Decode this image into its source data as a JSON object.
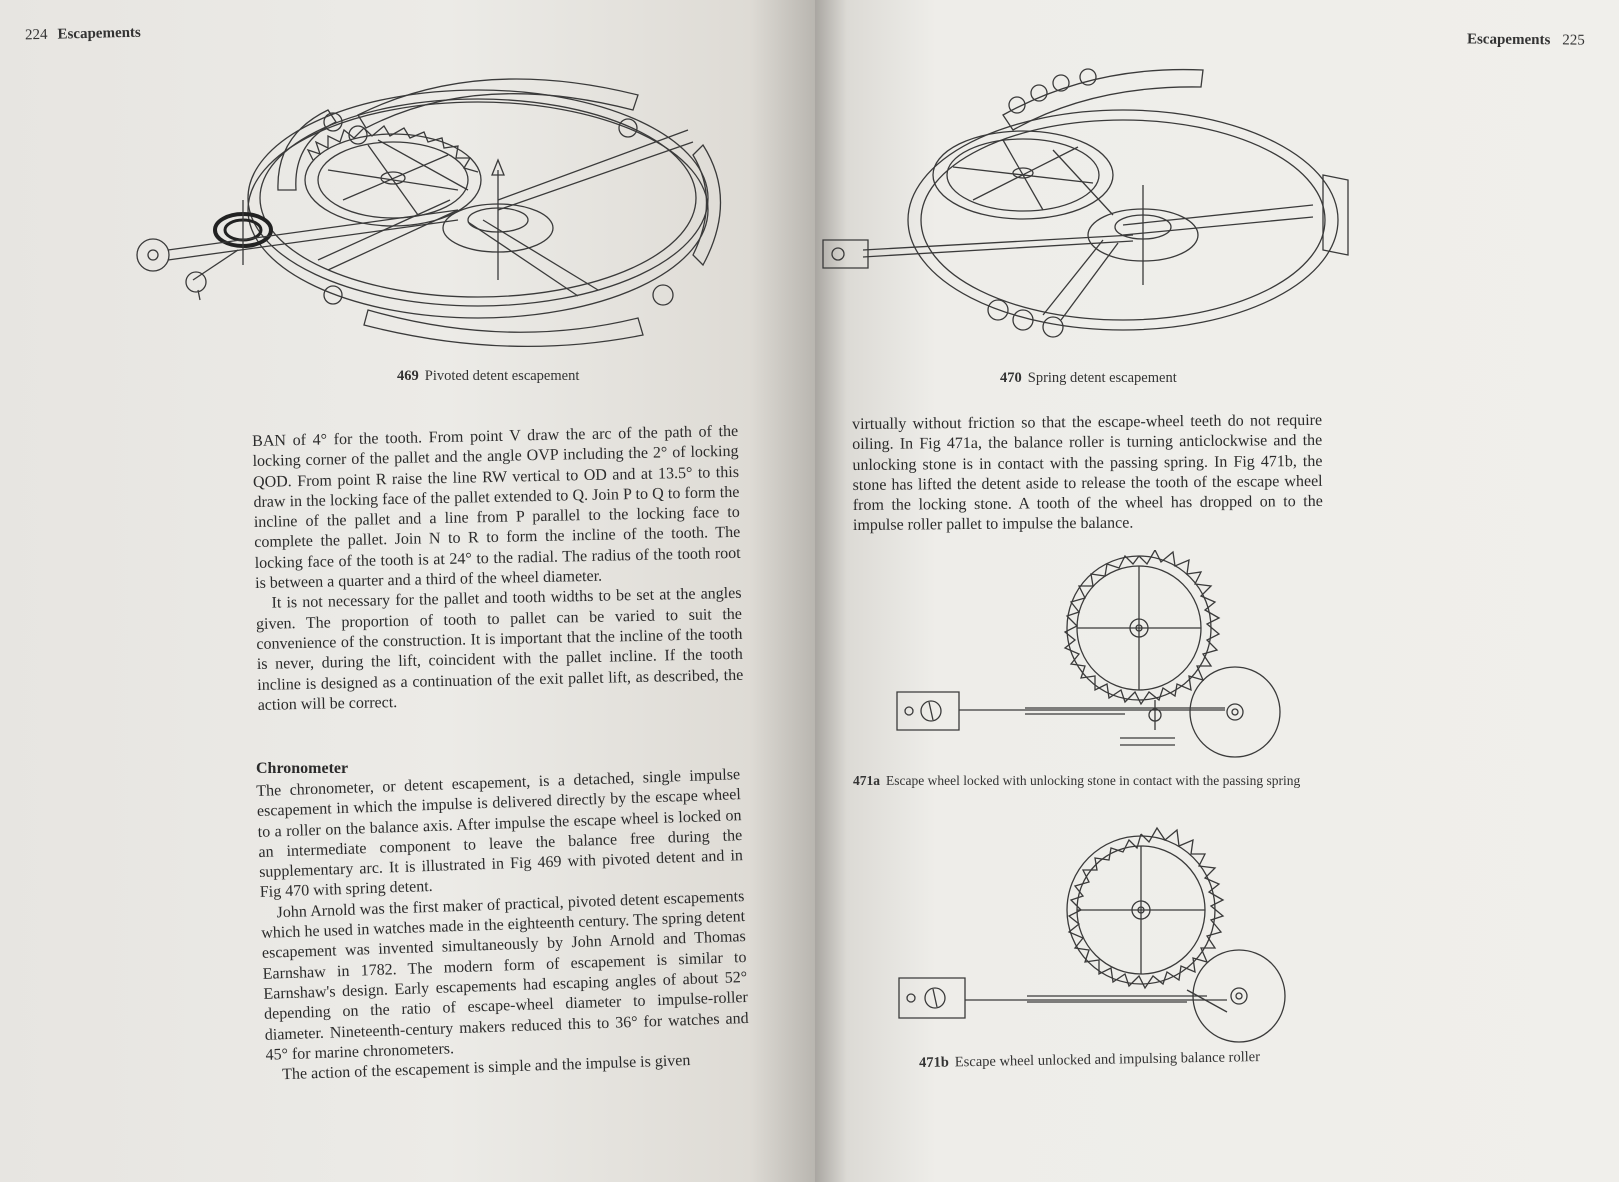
{
  "left_page": {
    "page_number": "224",
    "running_title": "Escapements",
    "figure": {
      "number": "469",
      "caption": "Pivoted detent escapement"
    },
    "paragraphs": [
      "BAN of 4° for the tooth. From point V draw the arc of the path of the locking corner of the pallet and the angle OVP including the 2° of locking QOD. From point R raise the line RW vertical to OD and at 13.5° to this draw in the locking face of the pallet extended to Q. Join P to Q to form the incline of the pallet and a line from P parallel to the locking face to complete the pallet. Join N to R to form the incline of the tooth. The locking face of the tooth is at 24° to the radial. The radius of the tooth root is between a quarter and a third of the wheel diameter.",
      "It is not necessary for the pallet and tooth widths to be set at the angles given. The proportion of tooth to pallet can be varied to suit the convenience of the construction. It is important that the incline of the tooth is never, during the lift, coincident with the pallet incline. If the tooth incline is designed as a continuation of the exit pallet lift, as described, the action will be correct."
    ],
    "section_heading": "Chronometer",
    "section_paragraphs": [
      "The chronometer, or detent escapement, is a detached, single impulse escapement in which the impulse is delivered directly by the escape wheel to a roller on the balance axis. After impulse the escape wheel is locked on an intermediate component to leave the balance free during the supplementary arc. It is illustrated in Fig 469 with pivoted detent and in Fig 470 with spring detent.",
      "John Arnold was the first maker of practical, pivoted detent escapements which he used in watches made in the eighteenth century. The spring detent escapement was invented simultaneously by John Arnold and Thomas Earnshaw in 1782. The modern form of escapement is similar to Earnshaw's design. Early escapements had escaping angles of about 52° depending on the ratio of escape-wheel diameter to impulse-roller diameter. Nineteenth-century makers reduced this to 36° for watches and 45° for marine chronometers.",
      "The action of the escapement is simple and the impulse is given"
    ]
  },
  "right_page": {
    "page_number": "225",
    "running_title": "Escapements",
    "figure": {
      "number": "470",
      "caption": "Spring detent escapement"
    },
    "paragraph": "virtually without friction so that the escape-wheel teeth do not require oiling. In Fig 471a, the balance roller is turning anticlockwise and the unlocking stone is in contact with the passing spring. In Fig 471b, the stone has lifted the detent aside to release the tooth of the escape wheel from the locking stone. A tooth of the wheel has dropped on to the impulse roller pallet to impulse the balance.",
    "figure_a": {
      "number": "471a",
      "caption": "Escape wheel locked with unlocking stone in contact with the passing spring"
    },
    "figure_b": {
      "number": "471b",
      "caption": "Escape wheel unlocked and impulsing balance roller"
    }
  }
}
